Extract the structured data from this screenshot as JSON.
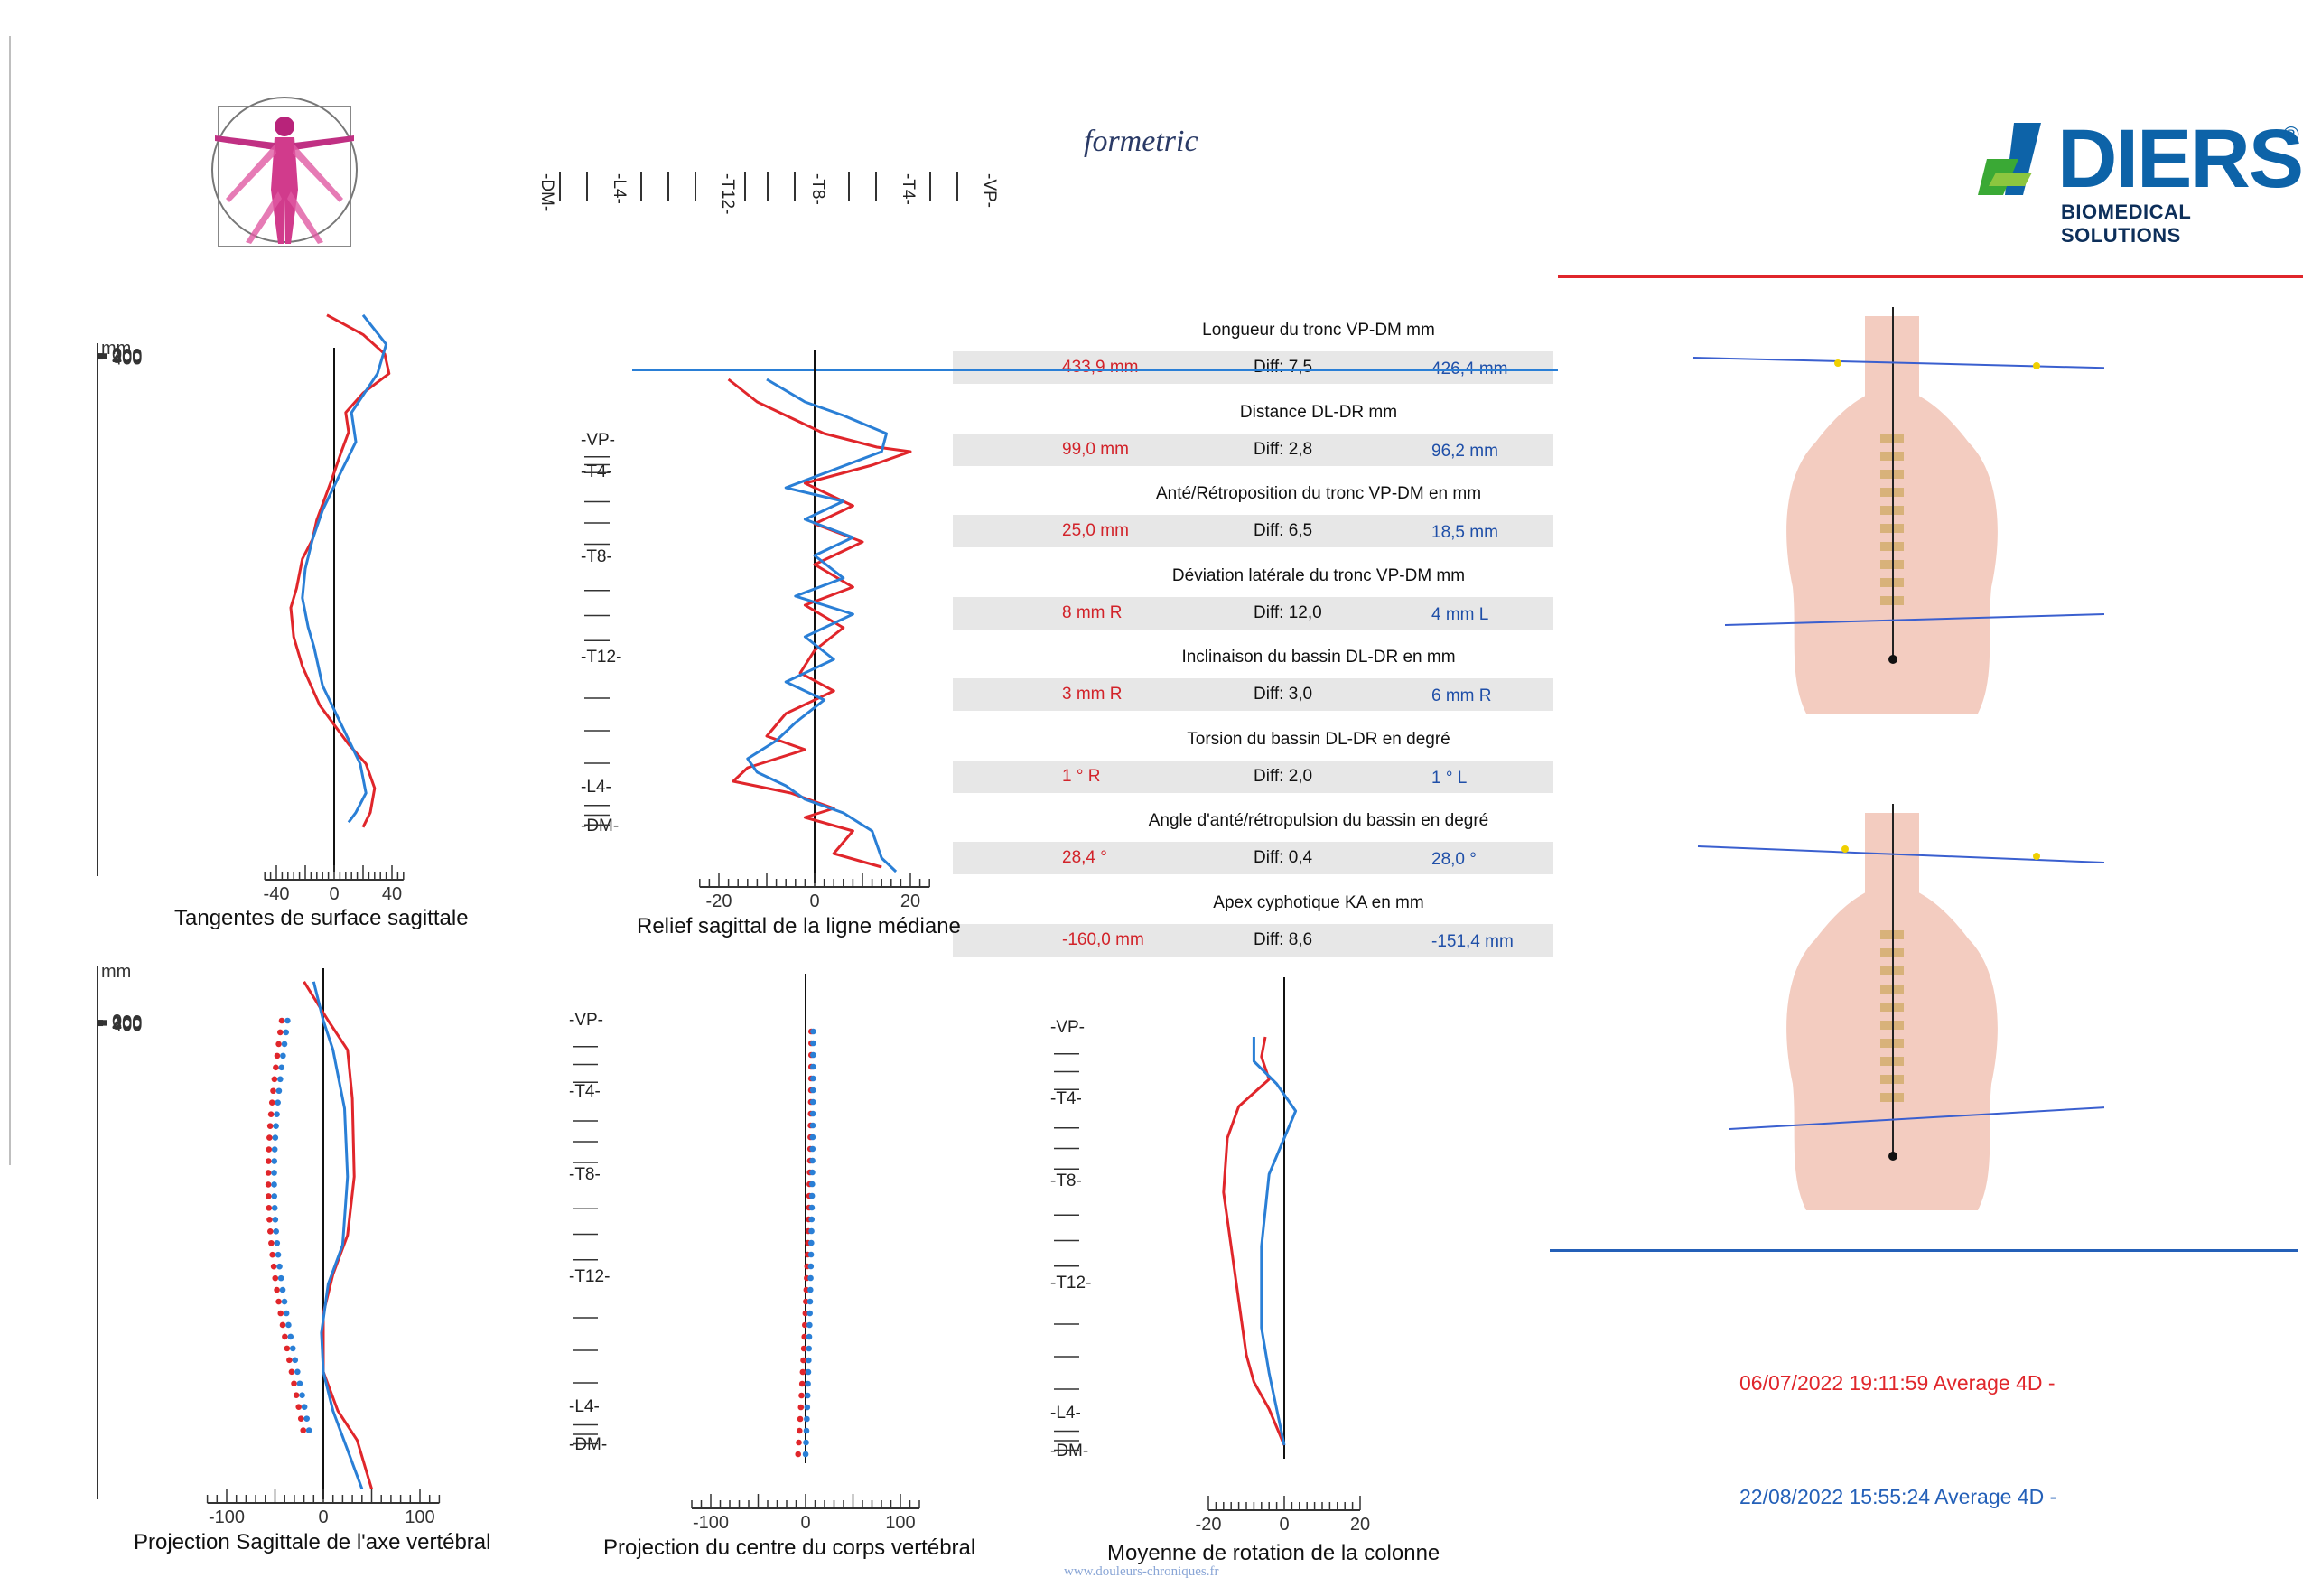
{
  "header": {
    "app_name": "formetric",
    "brand_name": "DIERS",
    "brand_reg": "®",
    "brand_sub": "BIOMEDICAL SOLUTIONS",
    "brand_colors": {
      "primary": "#0d63a8",
      "accent": "#3aa935"
    },
    "rotated_labels": [
      "-VP-",
      "-T4-",
      "-T8-",
      "-T12-",
      "-L4-",
      "-DM-"
    ]
  },
  "statistics": [
    {
      "title": "Longueur du tronc VP-DM mm",
      "red": "433,9 mm",
      "diff": "Diff: 7,5",
      "blue": "426,4 mm"
    },
    {
      "title": "Distance DL-DR mm",
      "red": "99,0 mm",
      "diff": "Diff: 2,8",
      "blue": "96,2 mm"
    },
    {
      "title": "Anté/Rétroposition du tronc VP-DM en mm",
      "red": "25,0 mm",
      "diff": "Diff: 6,5",
      "blue": "18,5 mm"
    },
    {
      "title": "Déviation latérale du tronc VP-DM mm",
      "red": "8 mm  R",
      "diff": "Diff: 12,0",
      "blue": "4 mm  L"
    },
    {
      "title": "Inclinaison du bassin DL-DR en mm",
      "red": "3 mm  R",
      "diff": "Diff: 3,0",
      "blue": "6 mm  R"
    },
    {
      "title": "Torsion du bassin DL-DR en degré",
      "red": "1 °    R",
      "diff": "Diff: 2,0",
      "blue": "1 °    L"
    },
    {
      "title": "Angle d'anté/rétropulsion du bassin en degré",
      "red": "28,4 °",
      "diff": "Diff: 0,4",
      "blue": "28,0 °"
    },
    {
      "title": "Apex cyphotique  KA en mm",
      "red": "-160,0 mm",
      "diff": "Diff: 8,6",
      "blue": "-151,4 mm"
    }
  ],
  "vertebra_labels": [
    "-VP-",
    "-T4-",
    "-T8-",
    "-T12-",
    "-L4-",
    "-DM-"
  ],
  "mm_axis": {
    "unit": "mm",
    "ticks": [
      "0",
      "100",
      "200",
      "300",
      "400"
    ]
  },
  "captions": {
    "c1": "Tangentes de surface sagittale",
    "c2": "Relief sagittal de la ligne médiane",
    "c3": "Projection Sagittale de l'axe vertébral",
    "c4": "Projection du centre du corps vertébral",
    "c5": "Moyenne de rotation de la colonne"
  },
  "x_ticks": {
    "c1": [
      "-40",
      "0",
      "40"
    ],
    "c2": [
      "-20",
      "0",
      "20"
    ],
    "c3": [
      "-100",
      "0",
      "100"
    ],
    "c4": [
      "-100",
      "0",
      "100"
    ],
    "c5": [
      "-20",
      "0",
      "20"
    ]
  },
  "measurements": [
    {
      "date": "06/07/2022 19:11:59 Average 4D  -",
      "color": "#e0262b"
    },
    {
      "date": "22/08/2022 15:55:24 Average 4D  -",
      "color": "#2460b8"
    }
  ],
  "footer": "www.douleurs-chroniques.fr",
  "series_colors": {
    "first": "#e0262b",
    "second": "#2a7fd6",
    "line": "#2460b8"
  }
}
